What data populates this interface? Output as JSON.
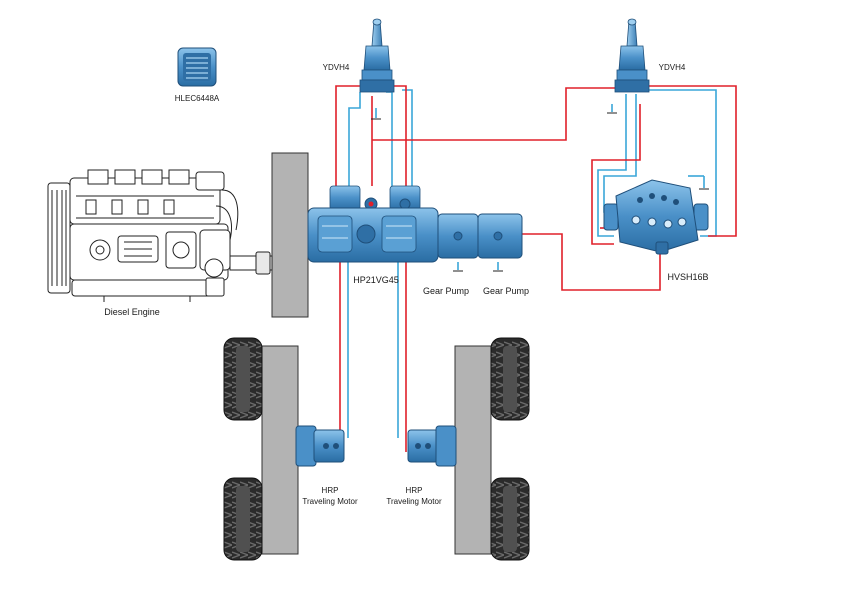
{
  "labels": {
    "controller": "HLEC6448A",
    "joystick_left": "YDVH4",
    "joystick_right": "YDVH4",
    "engine": "Diesel Engine",
    "pump": "HP21VG45",
    "gear_pump_1": "Gear Pump",
    "gear_pump_2": "Gear Pump",
    "valve": "HVSH16B",
    "motor_left_line1": "HRP",
    "motor_left_line2": "Traveling Motor",
    "motor_right_line1": "HRP",
    "motor_right_line2": "Traveling Motor"
  },
  "colors": {
    "pressure_line": "#e0202a",
    "pilot_line": "#3aa6d8",
    "component_blue": "#4a90c8",
    "component_dark": "#1f4f7a",
    "frame_gray": "#b3b3b3",
    "frame_stroke": "#333333",
    "tire": "#2b2b2b"
  }
}
